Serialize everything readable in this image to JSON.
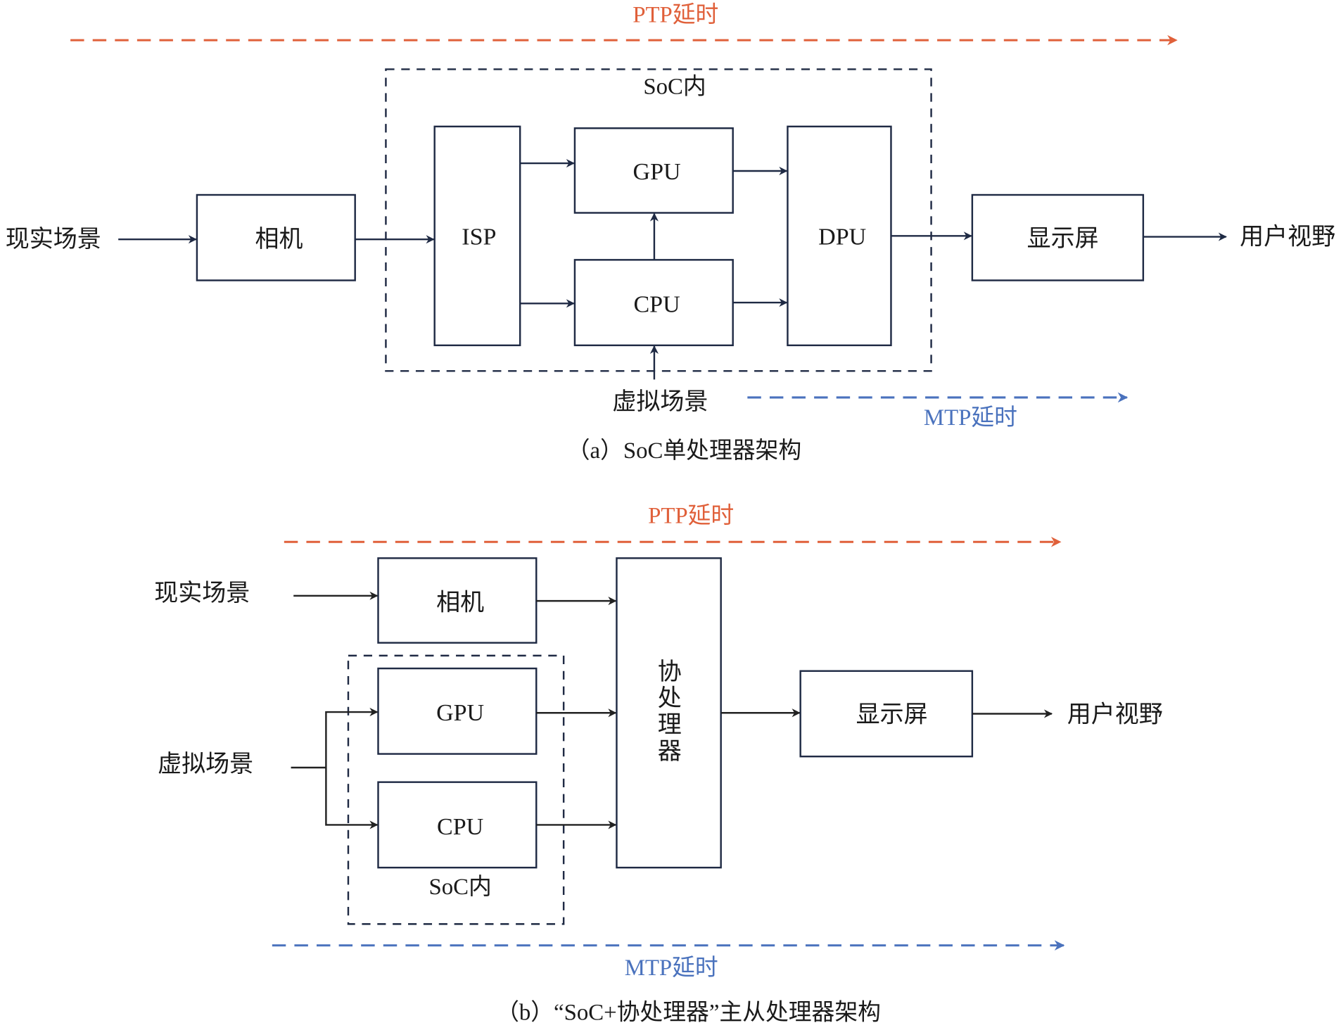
{
  "colors": {
    "ptp": "#E0603A",
    "mtp": "#4A72BD",
    "line": "#1F2A44"
  },
  "diagram_a": {
    "caption": "（a）SoC单处理器架构",
    "ptp_label": "PTP延时",
    "mtp_label": "MTP延时",
    "soc_label": "SoC内",
    "input_real": "现实场景",
    "input_virtual": "虚拟场景",
    "output": "用户视野",
    "nodes": {
      "camera": "相机",
      "isp": "ISP",
      "gpu": "GPU",
      "cpu": "CPU",
      "dpu": "DPU",
      "display": "显示屏"
    }
  },
  "diagram_b": {
    "caption": "（b）“SoC+协处理器”主从处理器架构",
    "ptp_label": "PTP延时",
    "mtp_label": "MTP延时",
    "soc_label": "SoC内",
    "input_real": "现实场景",
    "input_virtual": "虚拟场景",
    "output": "用户视野",
    "nodes": {
      "camera": "相机",
      "gpu": "GPU",
      "cpu": "CPU",
      "coprocessor": [
        "协",
        "处",
        "理",
        "器"
      ],
      "display": "显示屏"
    }
  }
}
